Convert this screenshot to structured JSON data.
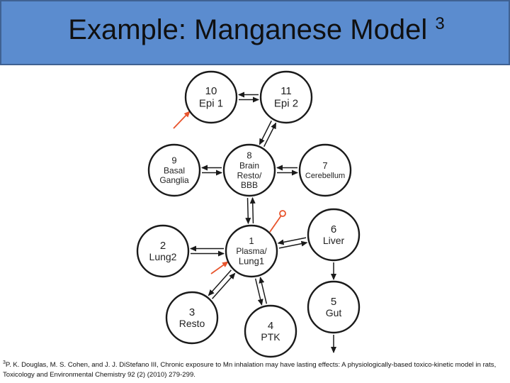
{
  "slide": {
    "title": "Example: Manganese Model",
    "title_superscript": "3",
    "footnote_marker": "3",
    "footnote": "P. K. Douglas, M. S. Cohen, and J. J. DiStefano III, Chronic exposure to Mn inhalation may have lasting effects: A physiologically-based toxico-kinetic model in rats, Toxicology and Environmental Chemistry 92 (2) (2010) 279-299."
  },
  "diagram": {
    "nodes": [
      {
        "id": "10",
        "lines": [
          "10",
          "Epi 1"
        ]
      },
      {
        "id": "11",
        "lines": [
          "11",
          "Epi 2"
        ]
      },
      {
        "id": "9",
        "lines": [
          "9",
          "Basal",
          "Ganglia"
        ]
      },
      {
        "id": "8",
        "lines": [
          "8",
          "Brain",
          "Resto/",
          "BBB"
        ]
      },
      {
        "id": "7",
        "lines": [
          "7",
          "Cerebellum"
        ]
      },
      {
        "id": "6",
        "lines": [
          "6",
          "Liver"
        ]
      },
      {
        "id": "2",
        "lines": [
          "2",
          "Lung2"
        ]
      },
      {
        "id": "1",
        "lines": [
          "1",
          "Plasma/",
          "Lung1"
        ]
      },
      {
        "id": "5",
        "lines": [
          "5",
          "Gut"
        ]
      },
      {
        "id": "3",
        "lines": [
          "3",
          "Resto"
        ]
      },
      {
        "id": "4",
        "lines": [
          "4",
          "PTK"
        ]
      }
    ],
    "edges": [
      {
        "from": "10",
        "to": "11",
        "double": true
      },
      {
        "from": "11",
        "to": "8",
        "double": true
      },
      {
        "from": "9",
        "to": "8",
        "double": true
      },
      {
        "from": "7",
        "to": "8",
        "double": true
      },
      {
        "from": "8",
        "to": "1",
        "double": true
      },
      {
        "from": "2",
        "to": "1",
        "double": true
      },
      {
        "from": "1",
        "to": "6",
        "double": true
      },
      {
        "from": "1",
        "to": "3",
        "double": true
      },
      {
        "from": "1",
        "to": "4",
        "double": true
      },
      {
        "from": "6",
        "to": "5",
        "double": false
      }
    ],
    "external": [
      {
        "type": "input",
        "target": "10"
      },
      {
        "type": "input",
        "target": "1"
      },
      {
        "type": "sample",
        "target": "1"
      },
      {
        "type": "output",
        "target": "5"
      }
    ],
    "colors": {
      "node_stroke": "#1a1a1a",
      "input_arrow": "#e8542c",
      "title_bar": "#5b8ccf"
    }
  }
}
